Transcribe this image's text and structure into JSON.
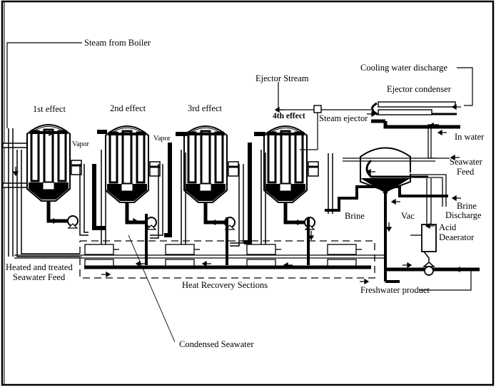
{
  "diagram": {
    "type": "process-flow",
    "subject": "Multi-effect distillation desalination plant"
  },
  "effects": [
    {
      "label": "1st effect",
      "vapor_label": "Vapor"
    },
    {
      "label": "2nd effect",
      "vapor_label": "Vapor"
    },
    {
      "label": "3rd effect",
      "vapor_label": ""
    },
    {
      "label": "4th effect",
      "vapor_label": ""
    }
  ],
  "labels": {
    "steam_from_boiler": "Steam from Boiler",
    "ejector_stream": "Ejector Stream",
    "cooling_water_discharge": "Cooling water discharge",
    "ejector_condenser": "Ejector condenser",
    "steam_ejector": "Steam ejector",
    "in_water": "In water",
    "seawater_feed_1": "Seawater",
    "seawater_feed_2": "Feed",
    "brine": "Brine",
    "vac": "Vac",
    "brine_discharge_1": "Brine",
    "brine_discharge_2": "Discharge",
    "acid": "Acid",
    "deaerator": "Deaerator",
    "heated_feed_1": "Heated and treated",
    "heated_feed_2": "Seawater Feed",
    "heat_recovery": "Heat Recovery Sections",
    "freshwater_product": "Freshwater product",
    "condensed_seawater": "Condensed Seawater"
  },
  "colors": {
    "ink": "#000000",
    "paper": "#ffffff"
  }
}
